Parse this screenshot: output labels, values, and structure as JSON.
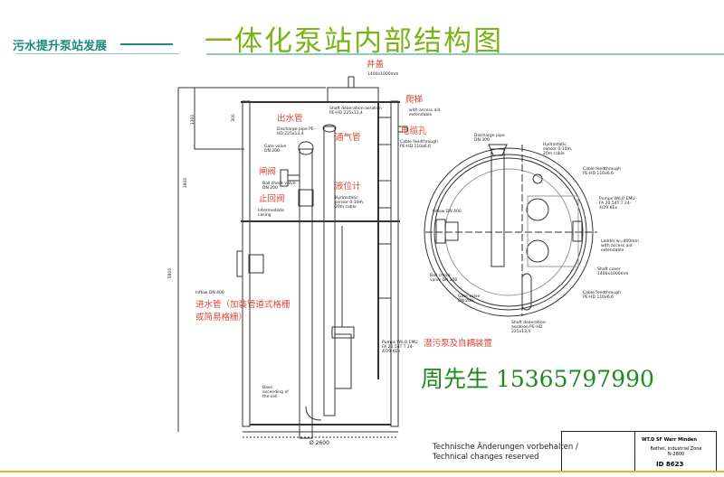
{
  "header": {
    "subtitle": "污水提升泵站发展",
    "title": "一体化泵站内部结构图"
  },
  "labels_cn": {
    "cover": "井盖",
    "ladder": "爬梯",
    "cable_hole": "电缆孔",
    "discharge": "出水管",
    "vent": "通气管",
    "gate_valve": "闸阀",
    "check_valve": "止回阀",
    "level_meter": "液位计",
    "inflow": "进水管（加装管道式格栅或简易格栅）",
    "pump": "潜污泵及自耦装置"
  },
  "labels_en": {
    "cover": "1400x1000mm",
    "ladder": "with access aid extendable",
    "shaft": "Shaft deaeration-aeration PE-HD 225x13,4",
    "cable": "Cable feedthrough PE-HD 110x6,6",
    "discharge": "Discharge pipe PE-HD 225x13,4",
    "gate": "Gate valve DN 200",
    "check": "Ball check valve DN 200",
    "sensor": "Hydrostatic sensor 0-10m, 20m cable",
    "intermediate": "Intermediate casing",
    "inflow": "Inflow DN 400",
    "pump": "Pumps WILO EMU FA 20.54T T 24-4/29 KEx",
    "base": "Base ascending of the cell",
    "dim_top": "300",
    "dim_mid": "1300",
    "dim_total": "3800",
    "dim_full": "5800",
    "diameter": "Ø 2600",
    "plan_discharge": "Discharge pipe DN 300",
    "plan_inflow": "Inflow DN 400",
    "ladder_w": "Ladder w=400mm with access aid extendable",
    "shaft_cover": "Shaft cover 1400x1000mm"
  },
  "contact": {
    "text": "周先生  15365797990"
  },
  "footer": {
    "note_line1": "Technische Änderungen vorbehalten /",
    "note_line2": "Technical changes reserved",
    "tb_name": "WT.D SF Warr Minden",
    "tb_addr": "Bethel, industrial Zone N-2800",
    "tb_id": "ID 8623"
  },
  "colors": {
    "title": "#7ab317",
    "teal": "#1a8a7a",
    "red": "#d9463a",
    "phone": "#1e8a1e",
    "orange": "#f2b01e"
  }
}
